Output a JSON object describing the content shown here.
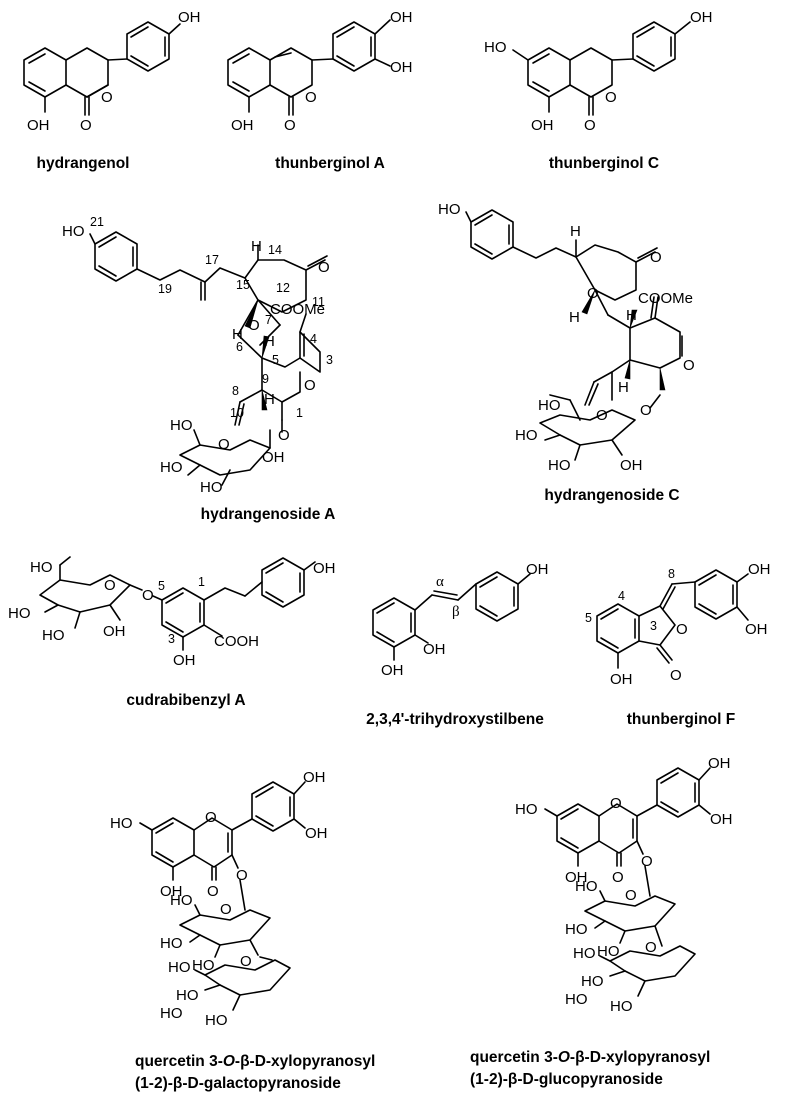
{
  "compounds": [
    {
      "id": "hydrangenol",
      "name": "hydrangenol"
    },
    {
      "id": "thunberginol-a",
      "name": "thunberginol A"
    },
    {
      "id": "thunberginol-c",
      "name": "thunberginol C"
    },
    {
      "id": "hydrangenoside-a",
      "name": "hydrangenoside A"
    },
    {
      "id": "hydrangenoside-c",
      "name": "hydrangenoside C"
    },
    {
      "id": "cudrabibenzyl-a",
      "name": "cudrabibenzyl A"
    },
    {
      "id": "trihydroxystilbene",
      "name": "2,3,4'-trihydroxystilbene"
    },
    {
      "id": "thunberginol-f",
      "name": "thunberginol F"
    },
    {
      "id": "quercetin-gal",
      "name_line1_a": "quercetin 3-",
      "name_line1_o": "O",
      "name_line1_b": "-β-D-xylopyranosyl",
      "name_line2": "(1-2)-β-D-galactopyranoside"
    },
    {
      "id": "quercetin-glc",
      "name_line1_a": "quercetin 3-",
      "name_line1_o": "O",
      "name_line1_b": "-β-D-xylopyranosyl",
      "name_line2": "(1-2)-β-D-glucopyranoside"
    }
  ],
  "atoms": {
    "oh": "OH",
    "ho": "HO",
    "o": "O",
    "h": "H",
    "cooh": "COOH",
    "coome": "COOMe"
  },
  "locants_hydrangenoside_a": [
    "21",
    "17",
    "14",
    "19",
    "15",
    "12",
    "11",
    "7",
    "4",
    "6",
    "5",
    "3",
    "9",
    "8",
    "1",
    "10"
  ],
  "locants_cudrabibenzyl": [
    "5",
    "1",
    "3"
  ],
  "locants_stilbene": [
    "α",
    "β"
  ],
  "locants_thunberginol_f": [
    "8",
    "4",
    "3",
    "5"
  ]
}
